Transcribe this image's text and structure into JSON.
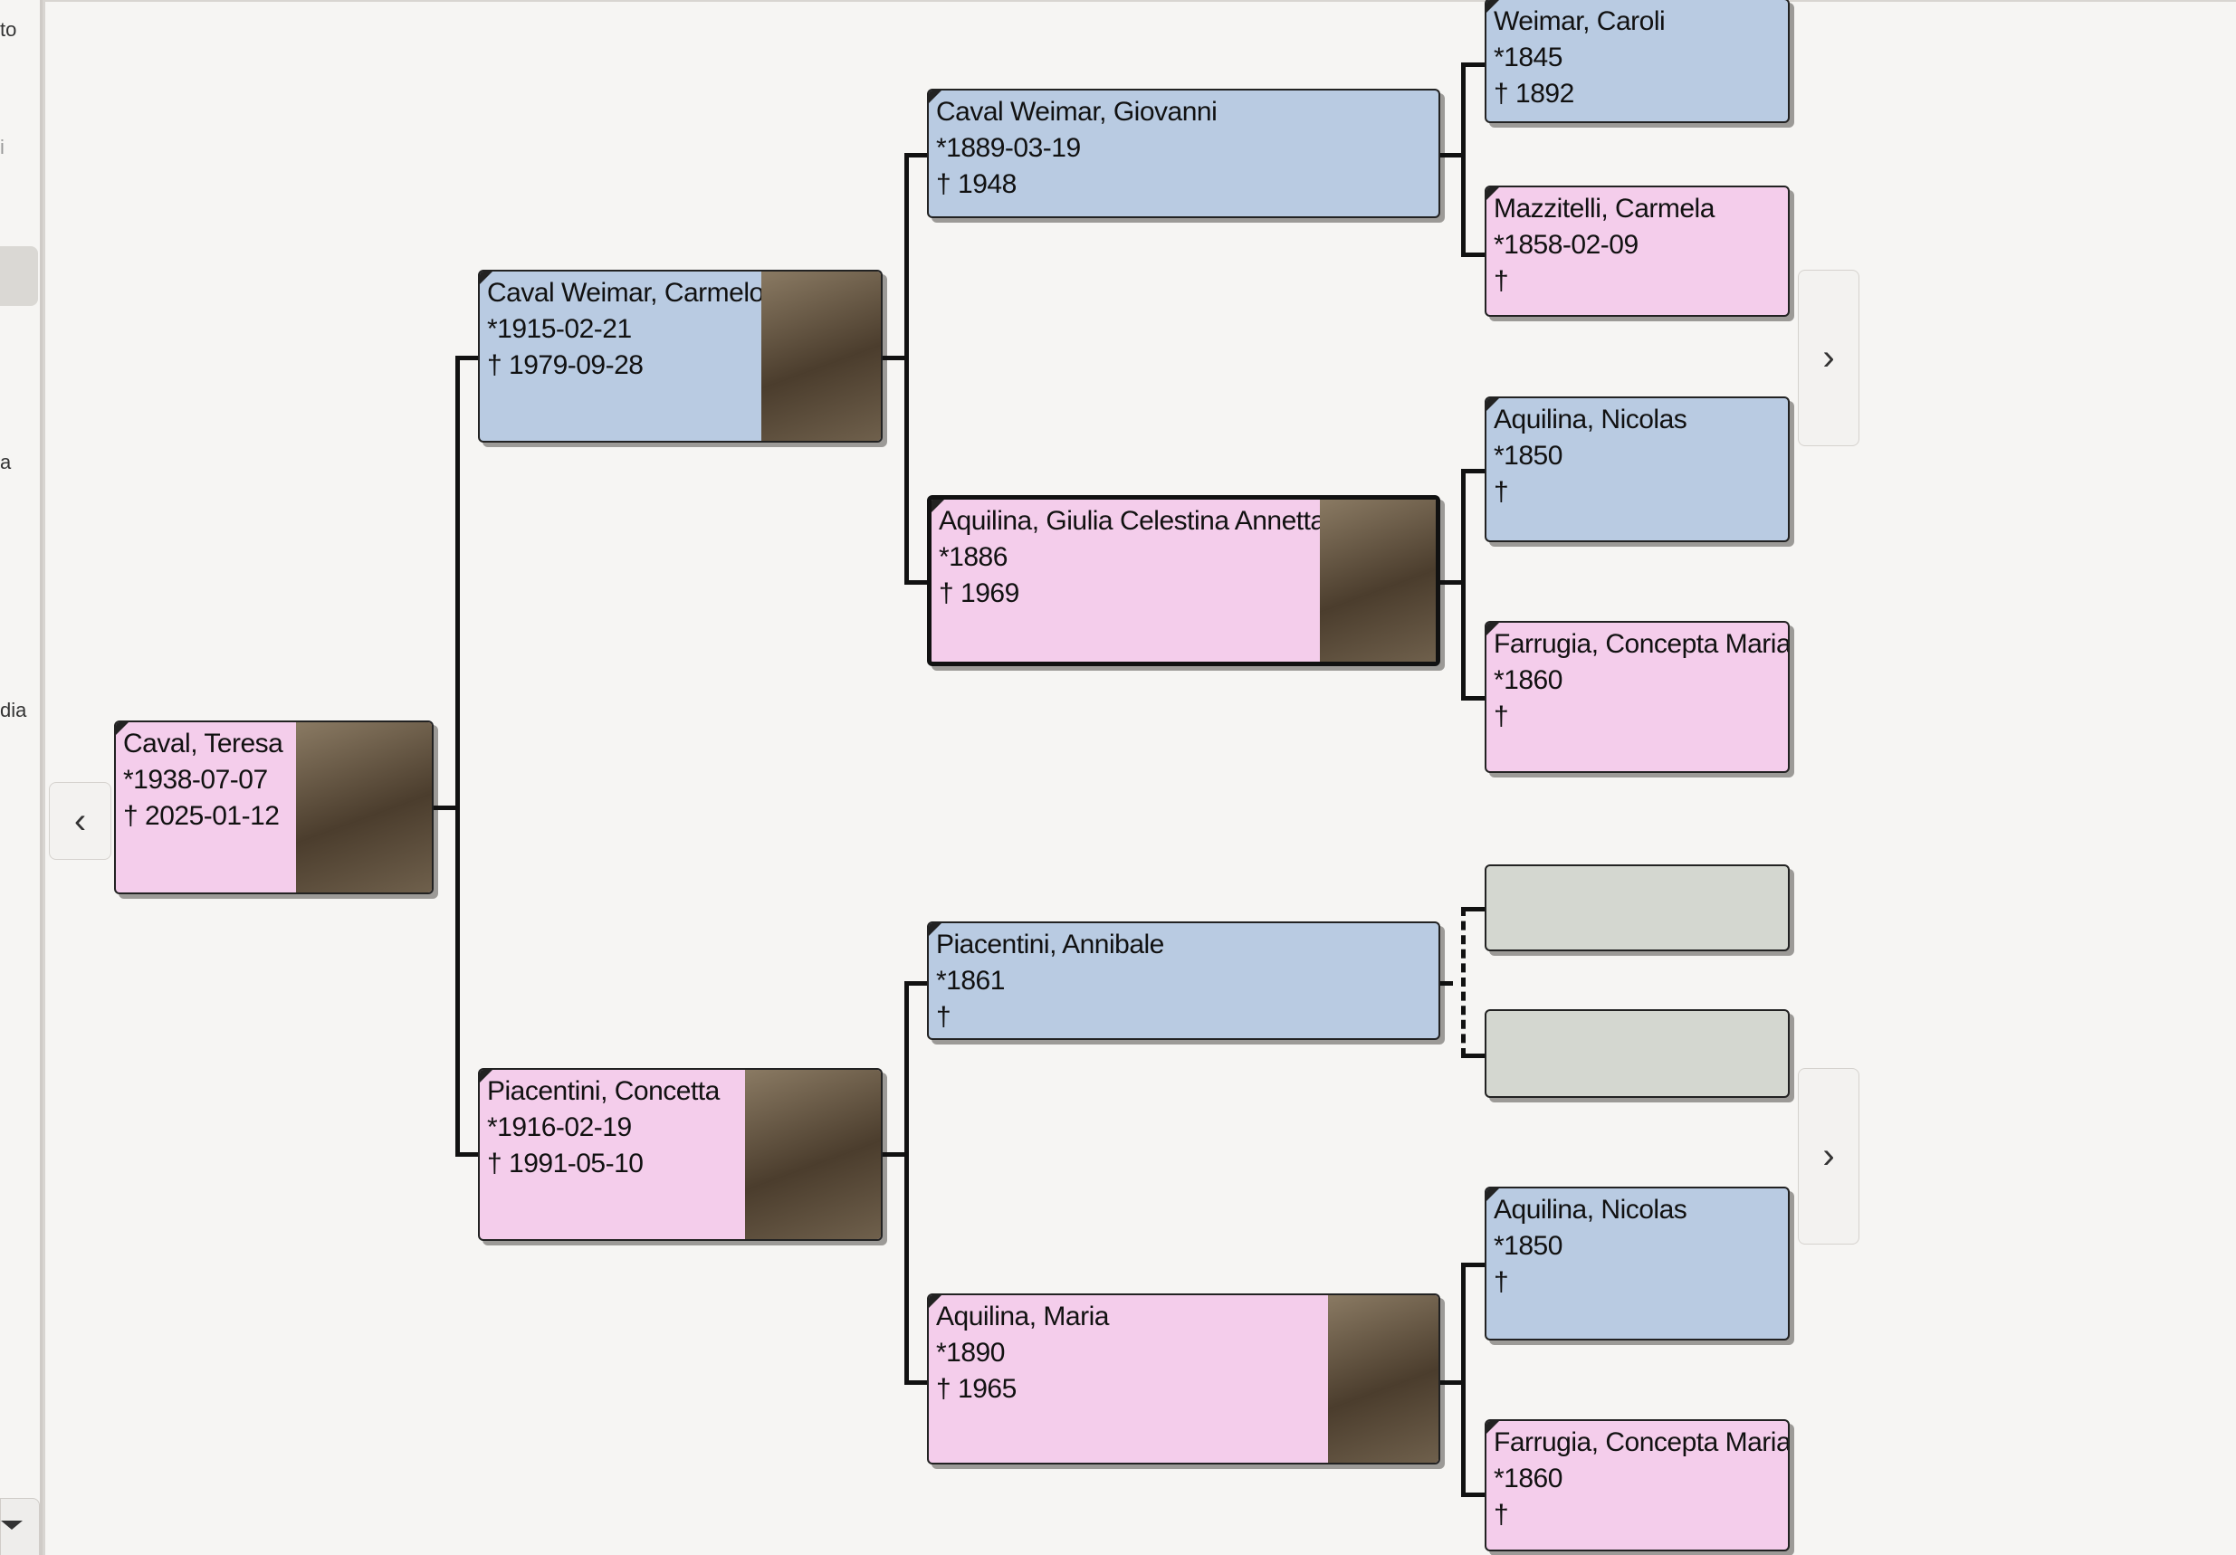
{
  "sidebar": {
    "fragments": [
      "to",
      "i",
      "a",
      "dia"
    ]
  },
  "nav": {
    "prev_icon": "‹",
    "next_icon": "›"
  },
  "people": [
    {
      "id": "p1",
      "name": "Caval, Teresa",
      "birth": "*1938-07-07",
      "death": "† 2025-01-12",
      "sex": "female",
      "photo": true
    },
    {
      "id": "p2",
      "name": "Caval Weimar, Carmelo",
      "birth": "*1915-02-21",
      "death": "† 1979-09-28",
      "sex": "male",
      "photo": true
    },
    {
      "id": "p3",
      "name": "Piacentini, Concetta",
      "birth": "*1916-02-19",
      "death": "† 1991-05-10",
      "sex": "female",
      "photo": true
    },
    {
      "id": "p4",
      "name": "Caval Weimar, Giovanni",
      "birth": "*1889-03-19",
      "death": "† 1948",
      "sex": "male",
      "photo": false
    },
    {
      "id": "p5",
      "name": "Aquilina, Giulia Celestina Annetta",
      "birth": "*1886",
      "death": "† 1969",
      "sex": "female",
      "photo": true,
      "active": true
    },
    {
      "id": "p6",
      "name": "Piacentini, Annibale",
      "birth": "*1861",
      "death": "†",
      "sex": "male",
      "photo": false
    },
    {
      "id": "p7",
      "name": "Aquilina, Maria",
      "birth": "*1890",
      "death": "† 1965",
      "sex": "female",
      "photo": true
    },
    {
      "id": "p8",
      "name": "Weimar, Caroli",
      "birth": "*1845",
      "death": "† 1892",
      "sex": "male",
      "photo": false
    },
    {
      "id": "p9",
      "name": "Mazzitelli, Carmela",
      "birth": "*1858-02-09",
      "death": "†",
      "sex": "female",
      "photo": false
    },
    {
      "id": "p10",
      "name": "Aquilina, Nicolas",
      "birth": "*1850",
      "death": "†",
      "sex": "male",
      "photo": false
    },
    {
      "id": "p11",
      "name": "Farrugia, Concepta Maria",
      "birth": "*1860",
      "death": "†",
      "sex": "female",
      "photo": false
    },
    {
      "id": "p12",
      "empty": true
    },
    {
      "id": "p13",
      "empty": true
    },
    {
      "id": "p14",
      "name": "Aquilina, Nicolas",
      "birth": "*1850",
      "death": "†",
      "sex": "male",
      "photo": false
    },
    {
      "id": "p15",
      "name": "Farrugia, Concepta Maria",
      "birth": "*1860",
      "death": "†",
      "sex": "female",
      "photo": false
    }
  ]
}
